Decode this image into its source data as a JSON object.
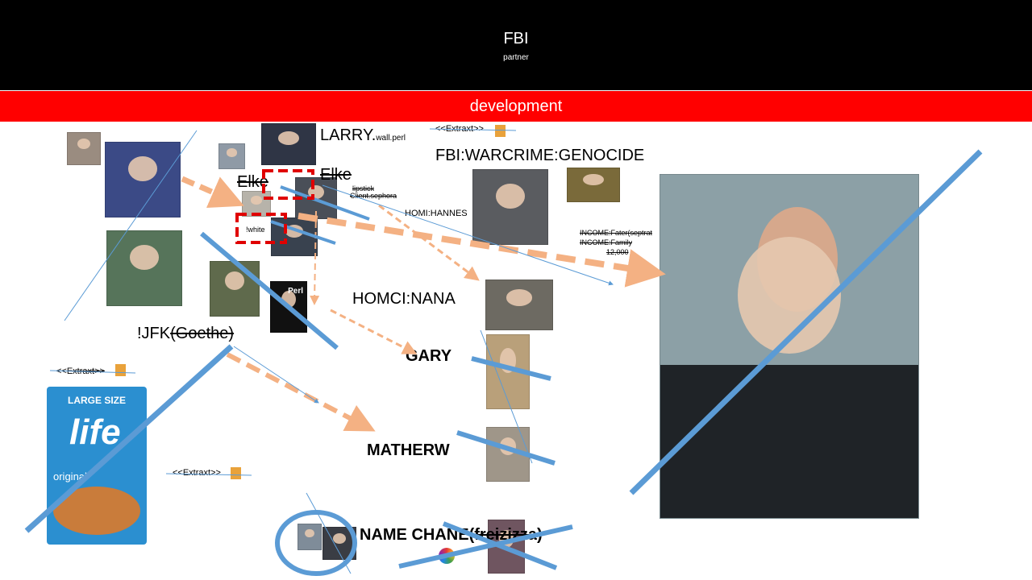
{
  "header": {
    "title": "FBI",
    "subtitle": "partner"
  },
  "banner": {
    "text": "development"
  },
  "labels": {
    "larry": "LARRY.",
    "larry_sub": "wall.perl",
    "extract": "<<Extraxt>>",
    "fbi_warcrime": "FBI:WARCRIME:GENOCIDE",
    "elke1": "Elke",
    "elke2": "Elke",
    "lipstick": "lipstick",
    "client": "Client.sephora",
    "white": "!white",
    "homi_hannes": "HOMI:HANNES",
    "income_fater": "INCOME:Fater(septrat",
    "income_family": "INCOME:Family",
    "income_amount": "12,000",
    "homci_nana": "HOMCI:NANA",
    "jfk": "!JFK",
    "goethe": "(Goethe)",
    "gary": "GARY",
    "matherw": "MATHERW",
    "name_change": "NAME CHANE",
    "name_change_struck": "(freizizza)",
    "perl_book": "Perl",
    "cereal_top": "LARGE SIZE",
    "cereal_brand": "life",
    "cereal_sub": "original"
  },
  "colors": {
    "header_bg": "#000000",
    "banner_bg": "#ff0000",
    "arrow_orange": "#f4b183",
    "line_blue": "#5b9bd5",
    "dash_red": "#e00000"
  }
}
